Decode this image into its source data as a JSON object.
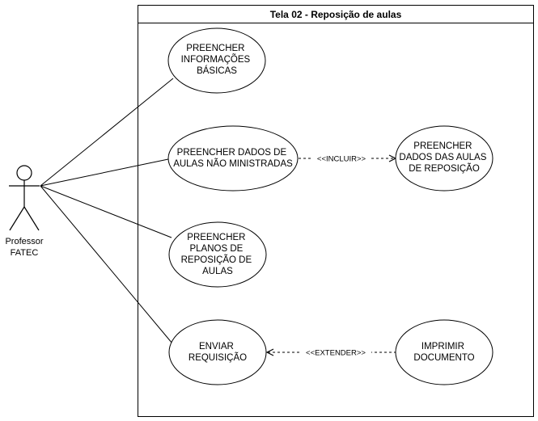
{
  "system": {
    "title": "Tela 02 - Reposição de aulas"
  },
  "actor": {
    "name_line1": "Professor",
    "name_line2": "FATEC"
  },
  "use_cases": [
    {
      "id": "uc1",
      "lines": [
        "PREENCHER",
        "INFORMAÇÕES",
        "BÁSICAS"
      ]
    },
    {
      "id": "uc2",
      "lines": [
        "PREENCHER DADOS DE",
        "AULAS NÃO MINISTRADAS"
      ]
    },
    {
      "id": "uc3",
      "lines": [
        "PREENCHER",
        "PLANOS DE",
        "REPOSIÇÃO DE",
        "AULAS"
      ]
    },
    {
      "id": "uc4",
      "lines": [
        "ENVIAR",
        "REQUISIÇÃO"
      ]
    },
    {
      "id": "uc5",
      "lines": [
        "PREENCHER",
        "DADOS DAS AULAS",
        "DE REPOSIÇÃO"
      ]
    },
    {
      "id": "uc6",
      "lines": [
        "IMPRIMIR",
        "DOCUMENTO"
      ]
    }
  ],
  "relations": {
    "include_label": "<<INCLUIR>>",
    "extend_label": "<<EXTENDER>>"
  }
}
